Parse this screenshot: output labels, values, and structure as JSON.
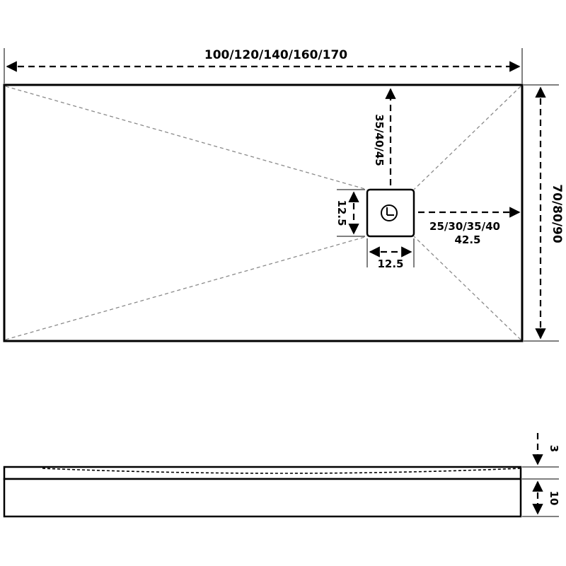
{
  "drawing": {
    "width_label": "100/120/140/160/170",
    "depth_label": "70/80/90",
    "drain_top_offset_label": "35/40/45",
    "drain_side_offset_label": "25/30/35/40",
    "drain_side_offset_label2": "42.5",
    "drain_height_label": "12.5",
    "drain_width_label": "12.5",
    "rim_thickness_label": "3",
    "base_thickness_label": "10"
  }
}
